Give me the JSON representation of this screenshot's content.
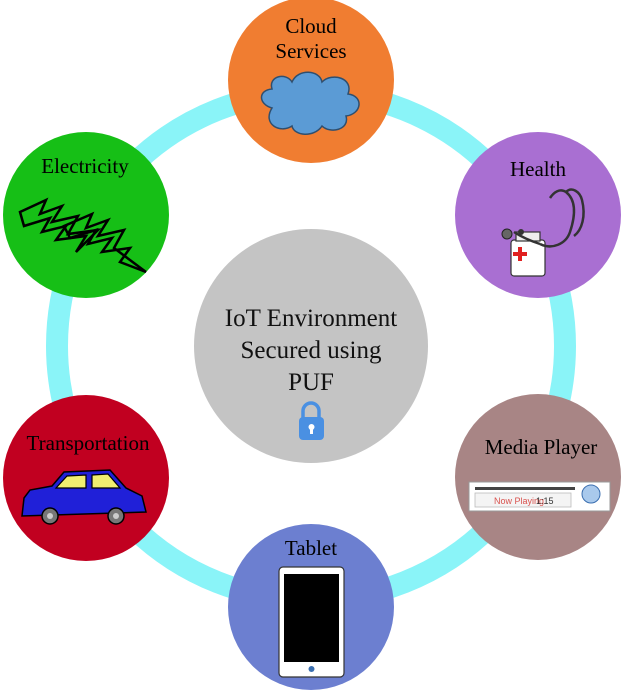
{
  "center": {
    "line1": "IoT Environment",
    "line2": "Secured using",
    "line3": "PUF",
    "icon": "lock-icon"
  },
  "nodes": {
    "cloud": {
      "line1": "Cloud",
      "line2": "Services",
      "icon": "cloud-icon",
      "color": "#f07d31"
    },
    "health": {
      "label": "Health",
      "icon": "stethoscope-icon",
      "color": "#a96fd2"
    },
    "media": {
      "label": "Media Player",
      "icon": "media-player-icon",
      "color": "#a88585",
      "now_playing": "Now Playing",
      "time": "1:15"
    },
    "tablet": {
      "label": "Tablet",
      "icon": "tablet-icon",
      "color": "#6c7fd0"
    },
    "transportation": {
      "label": "Transportation",
      "icon": "car-icon",
      "color": "#c10020"
    },
    "electricity": {
      "label": "Electricity",
      "icon": "lightning-icon",
      "color": "#16bf16"
    }
  },
  "colors": {
    "ring": "#8af4f8",
    "center": "#c4c4c4",
    "lock": "#4a90e2"
  }
}
